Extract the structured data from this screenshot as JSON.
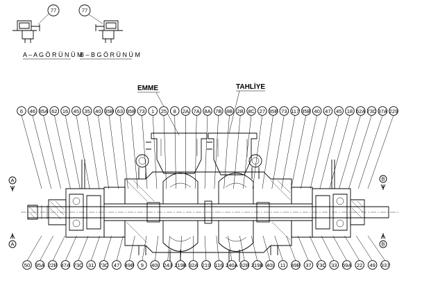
{
  "views": {
    "view_a": {
      "ref": "77",
      "caption": "A – A G Ö R Ü N Ü M"
    },
    "view_b": {
      "ref": "77",
      "caption": "B – B G Ö R Ü N Ü M"
    }
  },
  "inlet_label": "EMME",
  "outlet_label": "TAHLİYE",
  "section_marks": {
    "left": "A",
    "right": "B"
  },
  "top_callouts": [
    "6",
    "46",
    "35A",
    "62",
    "16",
    "45",
    "35",
    "40",
    "35B",
    "63",
    "35B",
    "73",
    "1",
    "25",
    "8",
    "2A",
    "7A",
    "8A",
    "7B",
    "8B",
    "2B",
    "8C",
    "27",
    "35B",
    "73",
    "117",
    "35B",
    "40",
    "47",
    "45",
    "18",
    "62A",
    "73D",
    "37A",
    "229"
  ],
  "bottom_callouts": [
    "50",
    "35A",
    "22B",
    "47A",
    "73C",
    "31",
    "73C",
    "47",
    "49B",
    "9",
    "40I",
    "243",
    "219B",
    "32A",
    "219",
    "116",
    "240A",
    "32B",
    "219B",
    "40I",
    "11",
    "49B",
    "37",
    "73C",
    "33",
    "69A",
    "22",
    "49",
    "337"
  ]
}
